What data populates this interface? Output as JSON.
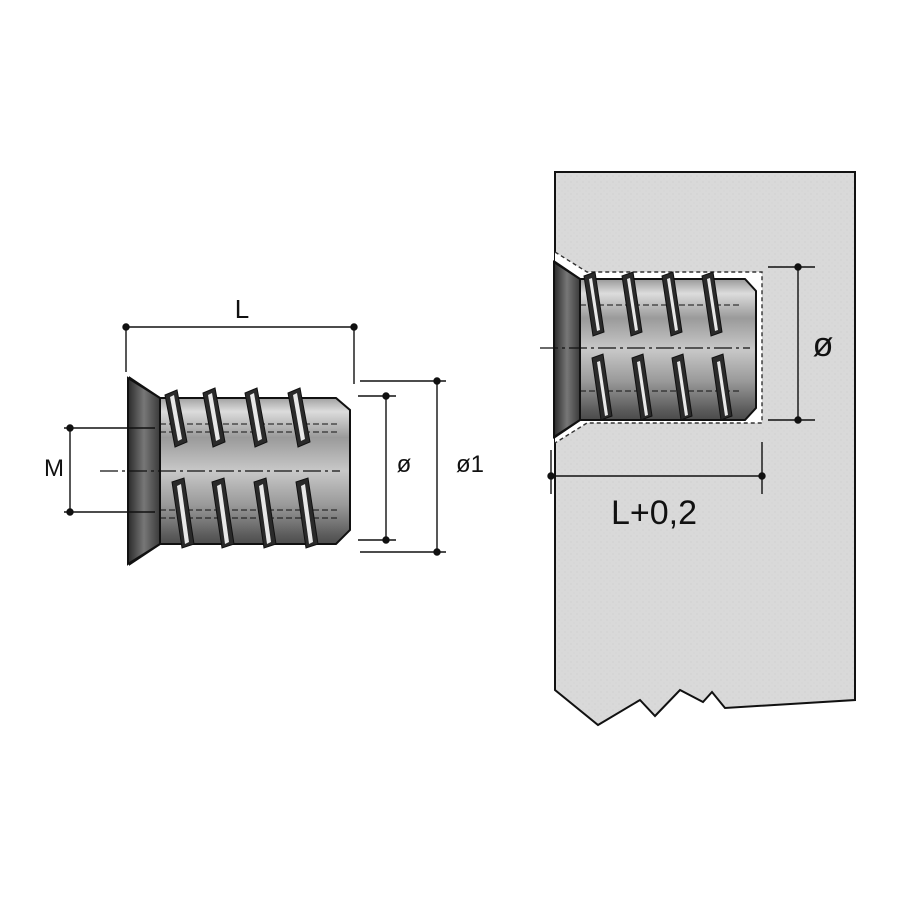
{
  "labels": {
    "length": "L",
    "thread": "M",
    "inner_diameter": "ø",
    "outer_diameter": "ø1",
    "bore_diameter": "ø",
    "bore_depth": "L+0,2"
  },
  "colors": {
    "line": "#111111",
    "panel_fill": "#d9d9d9",
    "metal_dark": "#3a3a3a",
    "metal_mid": "#8a8a8a",
    "metal_light": "#e6e6e6",
    "background": "#ffffff"
  }
}
